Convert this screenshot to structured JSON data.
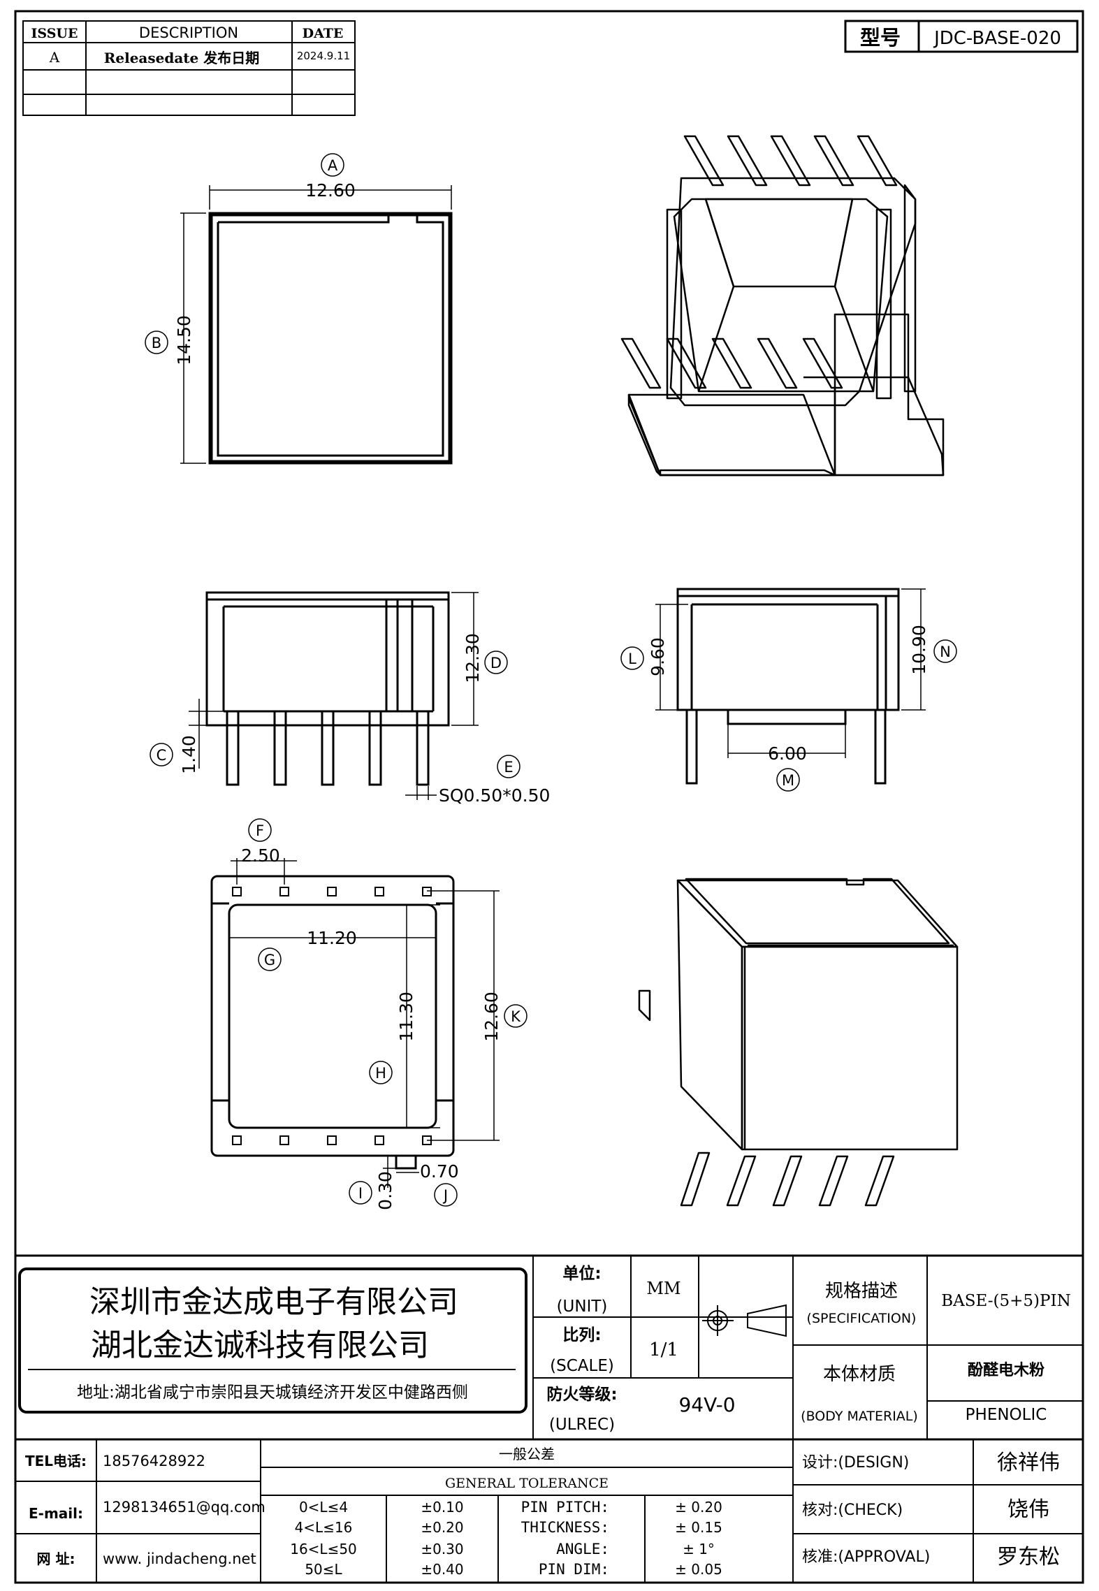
{
  "revision_table": {
    "headers": {
      "issue": "ISSUE",
      "description": "DESCRIPTION",
      "date": "DATE"
    },
    "rows": [
      {
        "issue": "A",
        "description": "Releasedate 发布日期",
        "date": "2024.9.11"
      },
      {
        "issue": "",
        "description": "",
        "date": ""
      },
      {
        "issue": "",
        "description": "",
        "date": ""
      }
    ]
  },
  "model_box": {
    "label": "型号",
    "value": "JDC-BASE-020"
  },
  "dimensions": {
    "A": {
      "tag": "A",
      "value": "12.60"
    },
    "B": {
      "tag": "B",
      "value": "14.50"
    },
    "C": {
      "tag": "C",
      "value": "1.40"
    },
    "D": {
      "tag": "D",
      "value": "12.30"
    },
    "E": {
      "tag": "E",
      "value": "SQ0.50*0.50"
    },
    "F": {
      "tag": "F",
      "value": "2.50"
    },
    "G": {
      "tag": "G",
      "value": "11.20"
    },
    "H": {
      "tag": "H",
      "value": "11.30"
    },
    "I": {
      "tag": "I",
      "value": "0.30"
    },
    "J": {
      "tag": "J",
      "value": "0.70"
    },
    "K": {
      "tag": "K",
      "value": "12.60"
    },
    "L": {
      "tag": "L",
      "value": "9.60"
    },
    "M": {
      "tag": "M",
      "value": "6.00"
    },
    "N": {
      "tag": "N",
      "value": "10.90"
    }
  },
  "title_block": {
    "company_line1": "深圳市金达成电子有限公司",
    "company_line2": "湖北金达诚科技有限公司",
    "address": "地址:湖北省咸宁市崇阳县天城镇经济开发区中健路西侧",
    "unit_label_cn": "单位:",
    "unit_label_en": "(UNIT)",
    "unit_value": "MM",
    "scale_label_cn": "比列:",
    "scale_label_en": "(SCALE)",
    "scale_value": "1/1",
    "fire_label_cn": "防火等级:",
    "fire_label_en": "(ULREC)",
    "fire_value": "94V-0",
    "spec_label_cn": "规格描述",
    "spec_label_en": "(SPECIFICATION)",
    "spec_value": "BASE-(5+5)PIN",
    "material_label_cn": "本体材质",
    "material_label_en": "(BODY MATERIAL)",
    "material_value_cn": "酚醛电木粉",
    "material_value_en": "PHENOLIC",
    "tel_label": "TEL电话:",
    "tel_value": "18576428922",
    "email_label": "E-mail:",
    "email_value": "1298134651@qq.com",
    "web_label": "网  址:",
    "web_value": "www. jindacheng.net",
    "tolerance_title_cn": "一般公差",
    "tolerance_title_en": "GENERAL TOLERANCE",
    "tolerance_rows": [
      {
        "range": "0<L≤4",
        "tol": "±0.10",
        "item": "PIN PITCH:",
        "val": "± 0.20"
      },
      {
        "range": "4<L≤16",
        "tol": "±0.20",
        "item": "THICKNESS:",
        "val": "± 0.15"
      },
      {
        "range": "16<L≤50",
        "tol": "±0.30",
        "item": "ANGLE:",
        "val": "± 1°"
      },
      {
        "range": "50≤L",
        "tol": "±0.40",
        "item": "PIN DIM:",
        "val": "± 0.05"
      }
    ],
    "design_label": "设计:(DESIGN)",
    "design_name": "徐祥伟",
    "check_label": "核对:(CHECK)",
    "check_name": "饶伟",
    "approval_label": "核准:(APPROVAL)",
    "approval_name": "罗东松"
  }
}
